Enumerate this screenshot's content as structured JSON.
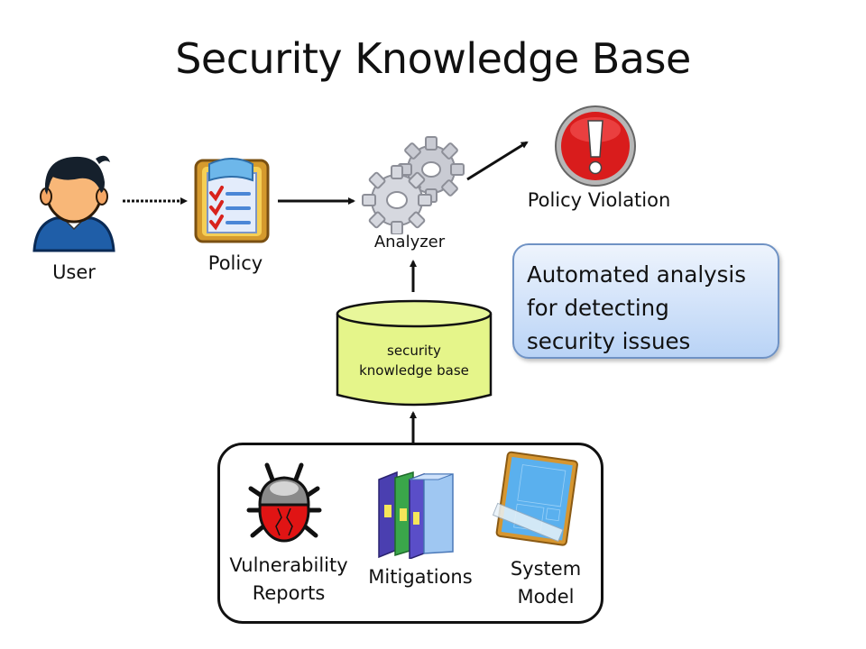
{
  "title": "Security Knowledge Base",
  "nodes": {
    "user": {
      "label": "User",
      "icon": "user-icon"
    },
    "policy": {
      "label": "Policy",
      "icon": "clipboard-checklist-icon"
    },
    "analyzer": {
      "label": "Analyzer",
      "icon": "gears-icon"
    },
    "violation": {
      "label": "Policy Violation",
      "icon": "alert-exclamation-icon"
    },
    "knowledge_base": {
      "lines": [
        "security",
        "knowledge base"
      ],
      "icon": "database-cylinder-icon"
    }
  },
  "note": {
    "lines": [
      "Automated analysis",
      "for detecting",
      "security issues"
    ]
  },
  "sources": [
    {
      "lines": [
        "Vulnerability",
        "Reports"
      ],
      "icon": "bug-icon"
    },
    {
      "lines": [
        "Mitigations"
      ],
      "icon": "books-icon"
    },
    {
      "lines": [
        "System",
        "Model"
      ],
      "icon": "blueprint-icon"
    }
  ],
  "colors": {
    "db_fill": "#e5f58a",
    "note_fill": "#c9dcf8",
    "alert_red": "#d91c1c"
  }
}
